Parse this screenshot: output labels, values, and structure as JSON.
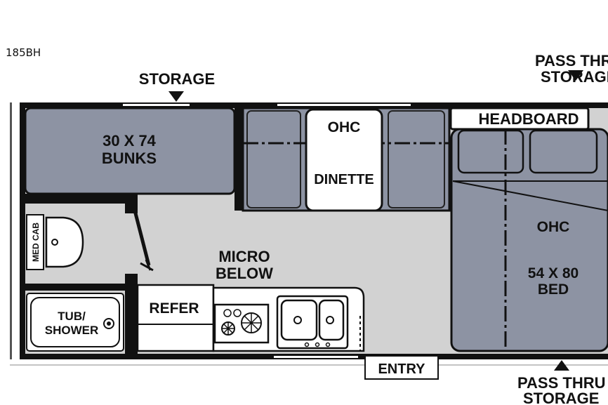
{
  "model": "185BH",
  "labels": {
    "storage_top": "STORAGE",
    "pass_thru_top_1": "PASS THRU",
    "pass_thru_top_2": "STORAGE",
    "pass_thru_bottom_1": "PASS THRU",
    "pass_thru_bottom_2": "STORAGE",
    "bunks_size": "30 X 74",
    "bunks": "BUNKS",
    "ohc_dinette": "OHC",
    "dinette": "DINETTE",
    "headboard": "HEADBOARD",
    "ohc_bed": "OHC",
    "bed_size": "54 X 80",
    "bed": "BED",
    "med_cab": "MED CAB",
    "micro_1": "MICRO",
    "micro_2": "BELOW",
    "tub_1": "TUB/",
    "tub_2": "SHOWER",
    "refer": "REFER",
    "entry": "ENTRY"
  },
  "colors": {
    "furniture_fill": "#8d93a3",
    "floor_fill": "#d2d2d2",
    "wall": "#111111",
    "white": "#ffffff"
  }
}
